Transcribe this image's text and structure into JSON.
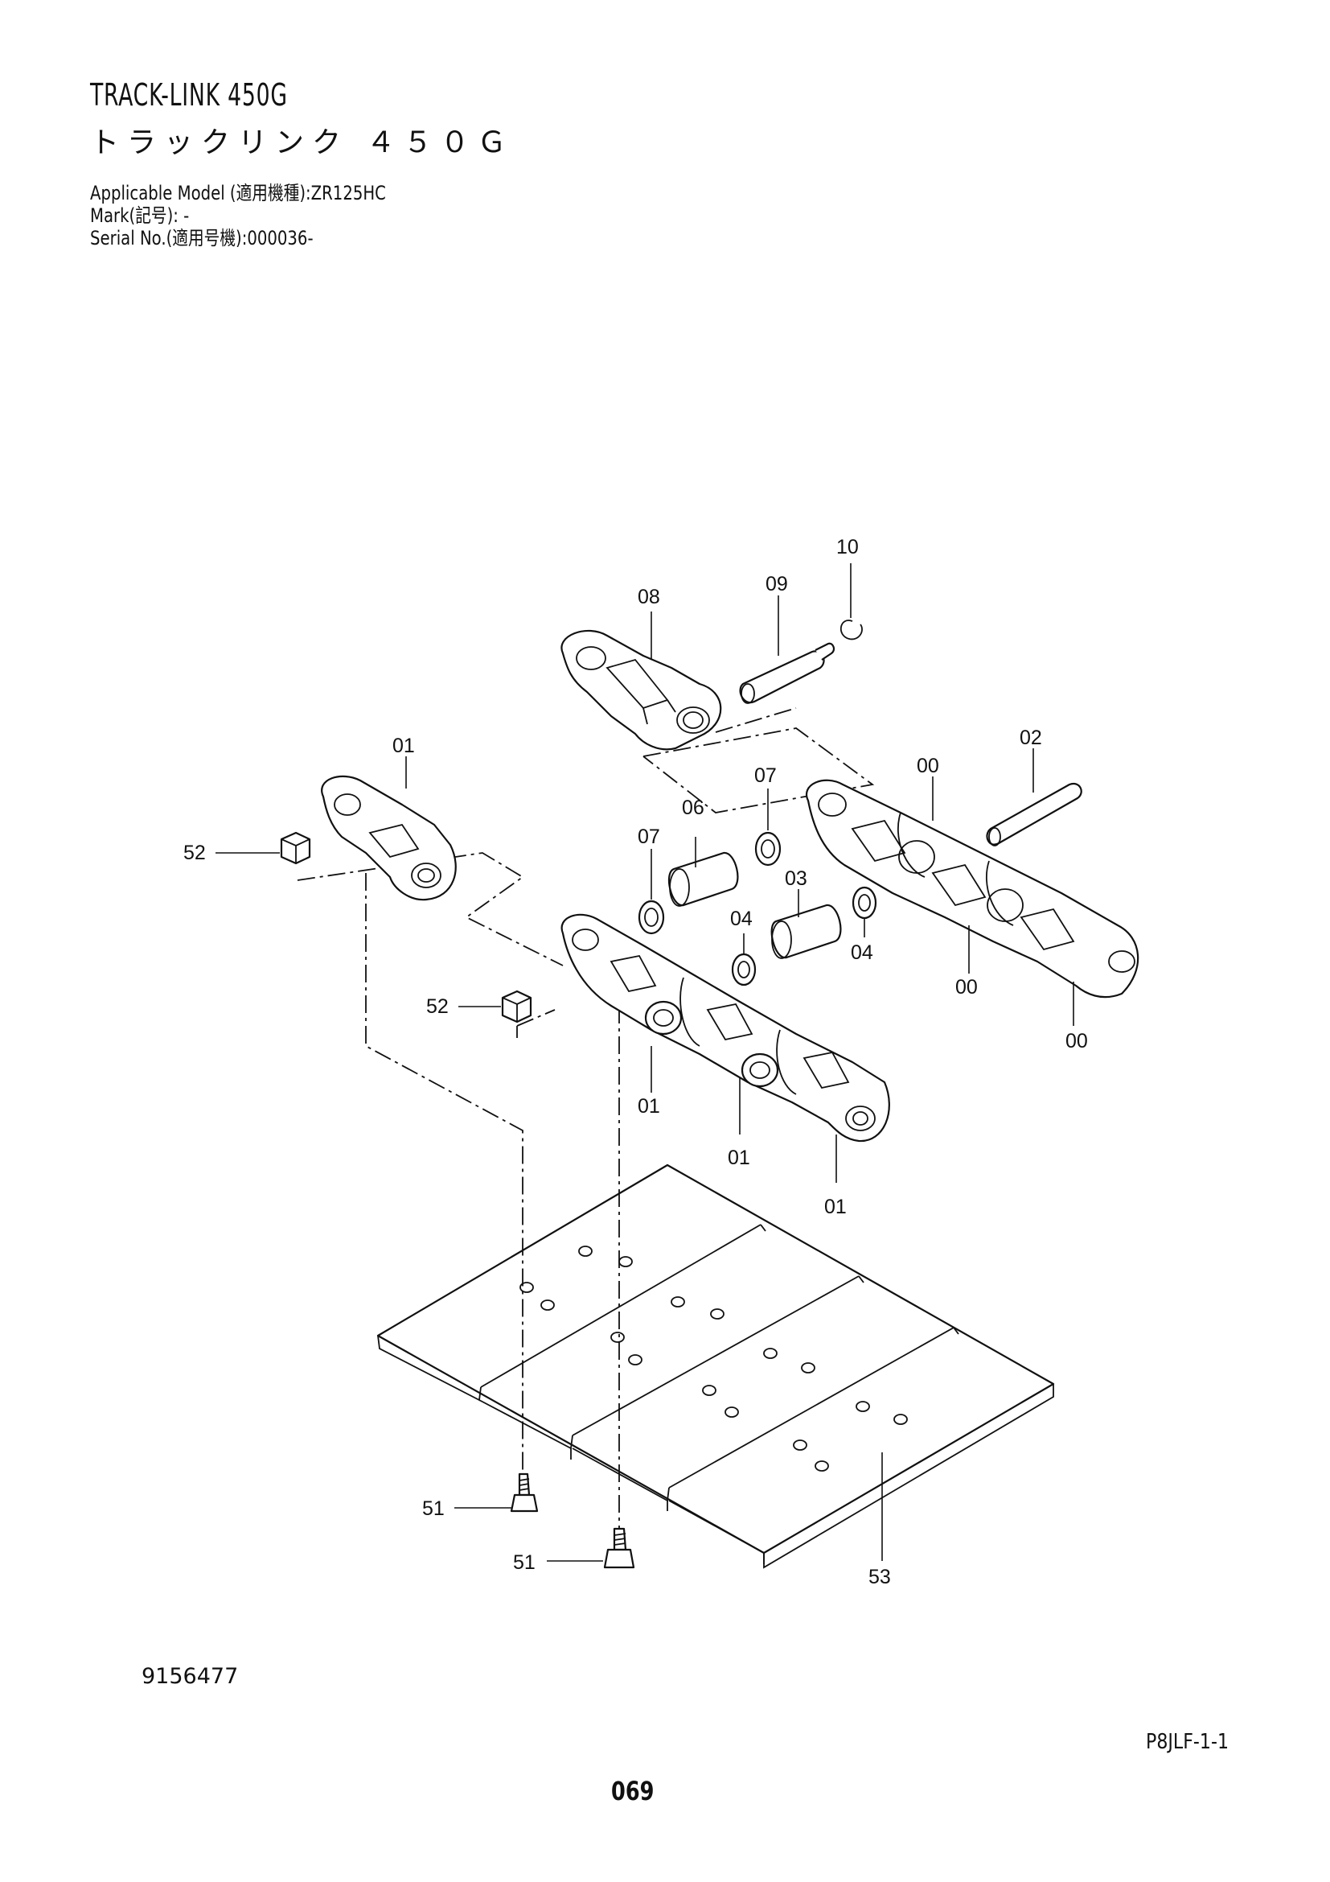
{
  "header": {
    "title_en": "TRACK-LINK 450G",
    "title_jp": "トラックリンク ４５０Ｇ",
    "applicable_model": "Applicable Model (適用機種):ZR125HC",
    "mark": "Mark(記号): -",
    "serial_no": "Serial No.(適用号機):000036-"
  },
  "footer": {
    "drawing_code": "9156477",
    "sheet_code": "P8JLF-1-1",
    "page_number": "069"
  },
  "callouts": {
    "c10": "10",
    "c09": "09",
    "c08": "08",
    "c02": "02",
    "c01_top": "01",
    "c00_top": "00",
    "c07_right": "07",
    "c06": "06",
    "c07_left": "07",
    "c03": "03",
    "c04_left": "04",
    "c04_right": "04",
    "c52_top": "52",
    "c52_mid": "52",
    "c00_mid": "00",
    "c00_bot": "00",
    "c01_a": "01",
    "c01_b": "01",
    "c01_c": "01",
    "c51_a": "51",
    "c51_b": "51",
    "c53": "53"
  }
}
